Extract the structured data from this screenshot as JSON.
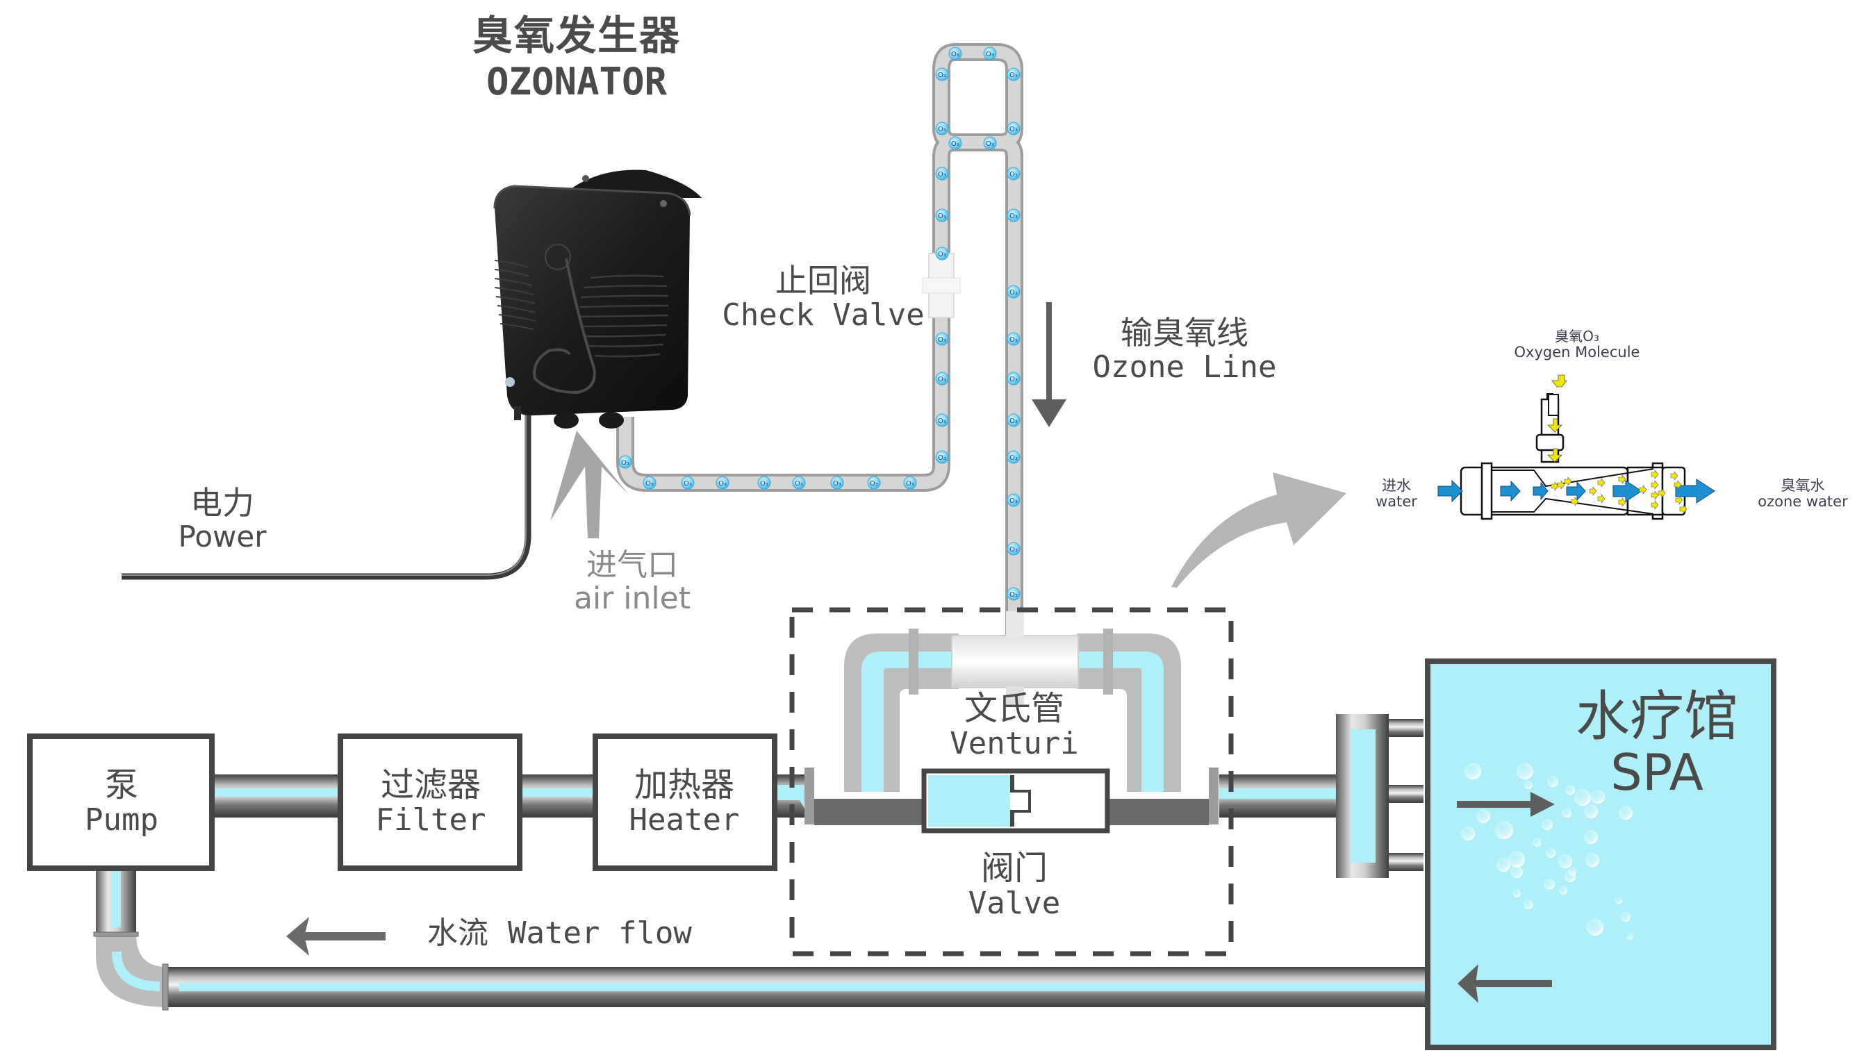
{
  "title": {
    "cn": "臭氧发生器",
    "en": "OZONATOR"
  },
  "labels": {
    "check_valve": {
      "cn": "止回阀",
      "en": "Check Valve"
    },
    "ozone_line": {
      "cn": "输臭氧线",
      "en": "Ozone Line"
    },
    "power": {
      "cn": "电力",
      "en": "Power"
    },
    "air_inlet": {
      "cn": "进气口",
      "en": "air inlet"
    },
    "venturi": {
      "cn": "文氏管",
      "en": "Venturi"
    },
    "valve": {
      "cn": "阀门",
      "en": "Valve"
    },
    "water_flow": {
      "cn": "水流",
      "en": "Water flow"
    },
    "spa": {
      "cn": "水疗馆",
      "en": "SPA"
    }
  },
  "components": [
    {
      "id": "pump",
      "cn": "泵",
      "en": "Pump"
    },
    {
      "id": "filter",
      "cn": "过滤器",
      "en": "Filter"
    },
    {
      "id": "heater",
      "cn": "加热器",
      "en": "Heater"
    }
  ],
  "ozone_marker": "O₃",
  "inset": {
    "ozone": {
      "cn": "臭氧O₃",
      "en": "Oxygen Molecule"
    },
    "water_in": {
      "cn": "进水",
      "en": "water"
    },
    "water_out": {
      "cn": "臭氧水",
      "en": "ozone water"
    }
  },
  "colors": {
    "water": "#aeeffa",
    "outline": "#4a4a4a",
    "pipe_gray": "#c8c8c8",
    "ozone_bubble": "#5bc4ee",
    "arrow_gray": "#6a6a6a",
    "light_arrow": "#b5b5b5",
    "inset_blue": "#1e8fd0",
    "inset_yellow": "#f2e600"
  }
}
